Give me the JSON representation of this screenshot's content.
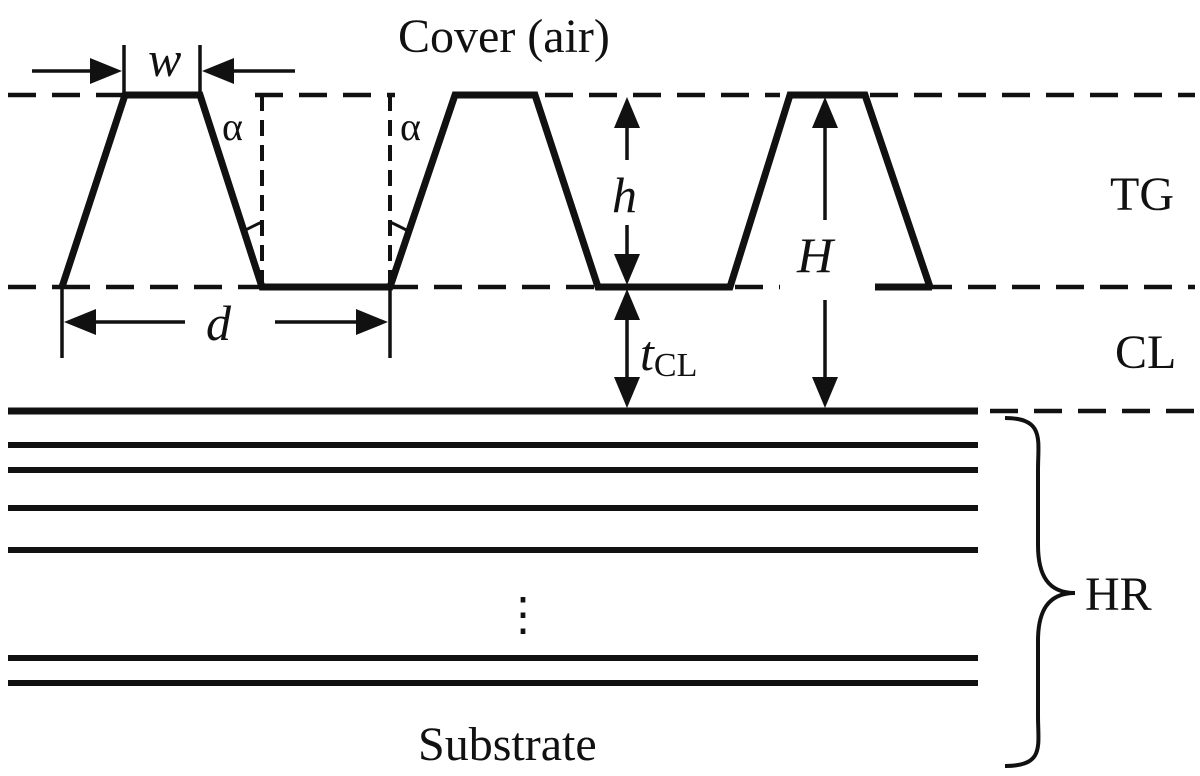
{
  "regions": {
    "cover": "Cover (air)",
    "tg": "TG",
    "cl": "CL",
    "hr": "HR",
    "substrate": "Substrate"
  },
  "dimensions": {
    "w": "w",
    "d": "d",
    "h": "h",
    "H": "H",
    "t": "t",
    "t_sub": "CL",
    "alpha": "α"
  },
  "hr_ellipsis": "⋮",
  "colors": {
    "ink": "#111111",
    "background": "#ffffff"
  }
}
